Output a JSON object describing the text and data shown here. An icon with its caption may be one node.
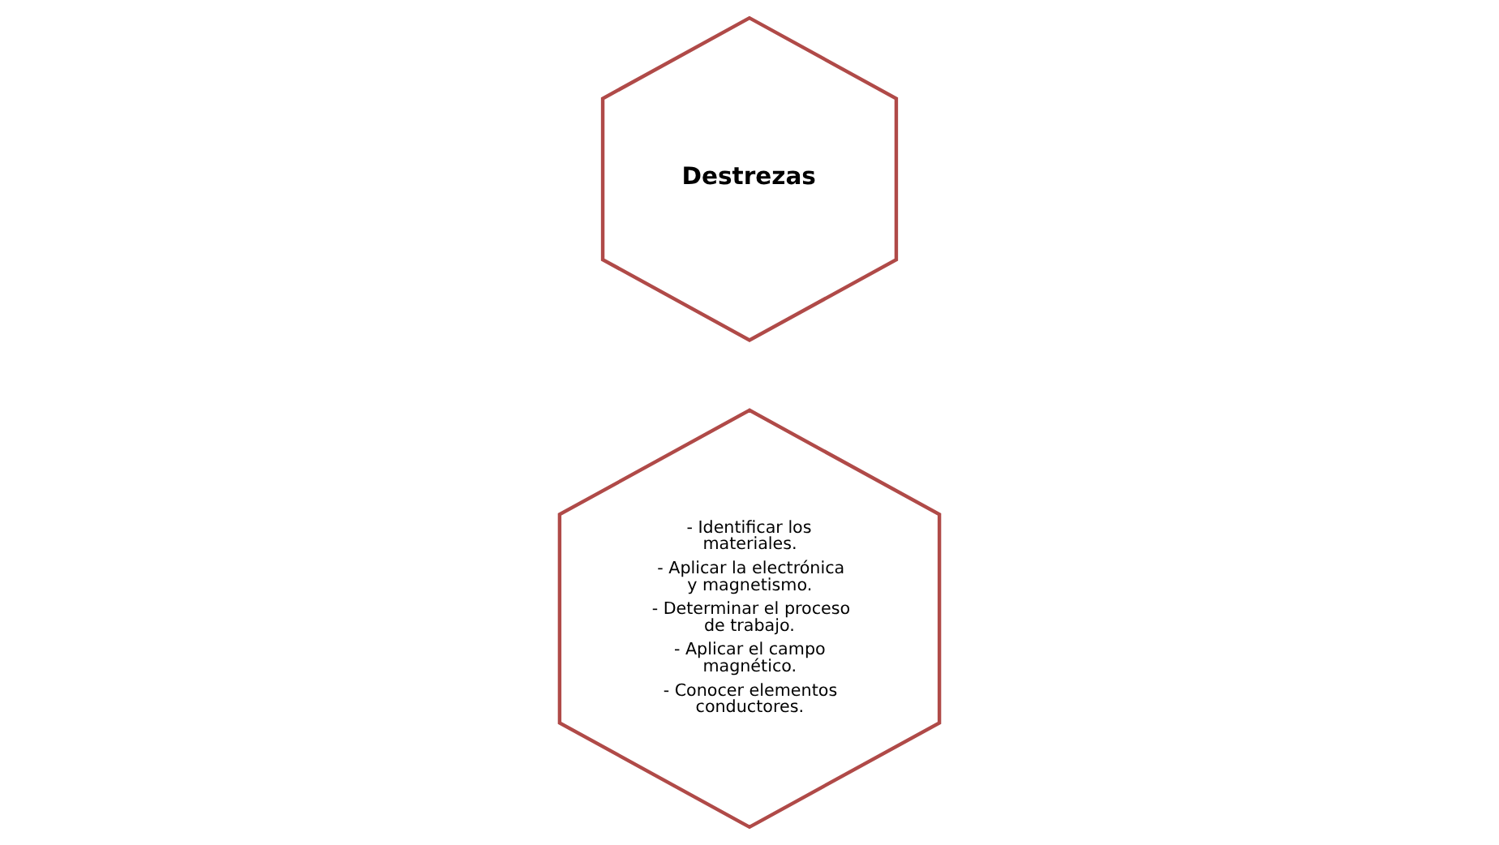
{
  "diagram": {
    "nodes": [
      {
        "text": [
          "Destrezas"
        ]
      },
      {
        "text": [
          "- Identificar los materiales.",
          "- Aplicar la electrónica y magnetismo.",
          "- Determinar el proceso de trabajo.",
          "- Aplicar el campo magnético.",
          "- Conocer elementos conductores."
        ]
      }
    ],
    "edges": []
  }
}
